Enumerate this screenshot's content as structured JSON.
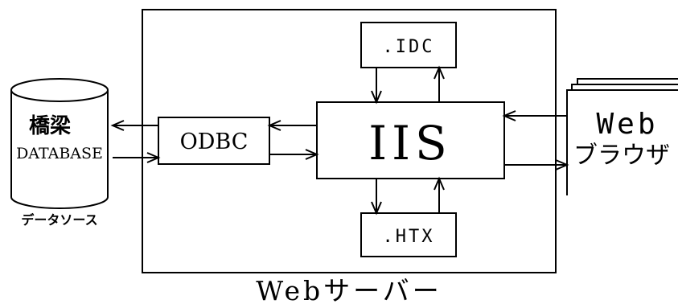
{
  "database": {
    "label_line1": "橋梁",
    "label_line2": "DATABASE",
    "caption": "データソース"
  },
  "odbc": {
    "label": "ODBC"
  },
  "iis": {
    "label": "IIS"
  },
  "idc": {
    "label": ".IDC"
  },
  "htx": {
    "label": ".HTX"
  },
  "browser": {
    "label_line1": "Web",
    "label_line2": "ブラウザ"
  },
  "server": {
    "caption": "Webサーバー"
  }
}
